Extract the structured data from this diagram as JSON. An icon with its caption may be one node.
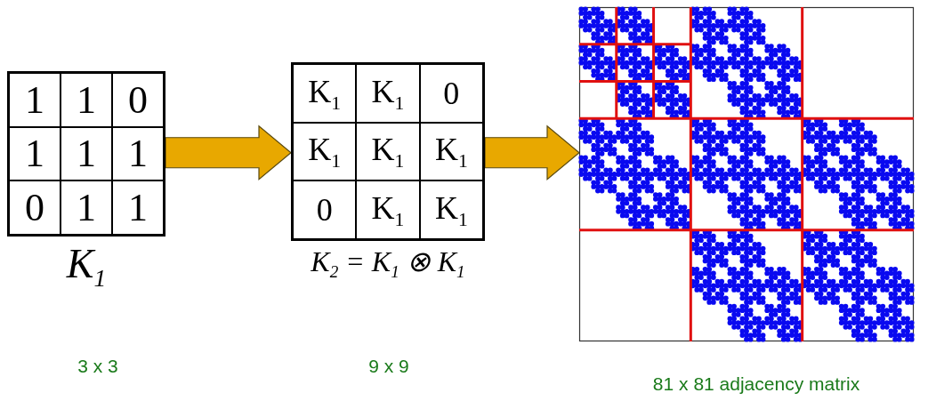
{
  "diagram": {
    "nodes": [
      {
        "text": [
          "K$_{1}$"
        ]
      },
      {
        "text": [
          "K$_{2}$ = K$_{1}$ ⊗ K$_{1}$"
        ]
      },
      {
        "text": [],
        "shape": "picture"
      }
    ],
    "edges": [
      {
        "from": 0,
        "to": 1,
        "arrow": "to"
      },
      {
        "from": 1,
        "to": 2,
        "arrow": "to"
      }
    ],
    "labels": [
      "1",
      "1",
      "0",
      "1",
      "1",
      "1",
      "0",
      "1",
      "1",
      "K$_{1}$",
      "K$_{1}$",
      "0",
      "K$_{1}$",
      "K$_{1}$",
      "K$_{1}$",
      "0",
      "K$_{1}$",
      "K$_{1}$",
      "3 x 3",
      "9 x 9",
      "81 x 81 adjacency matrix"
    ]
  }
}
